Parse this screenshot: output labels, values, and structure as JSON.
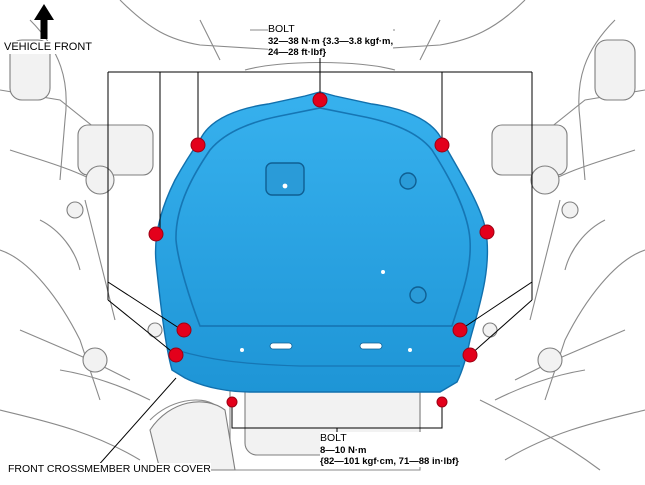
{
  "labels": {
    "vehicle_front": "VEHICLE FRONT",
    "upper_bolt": {
      "title": "BOLT",
      "line1": "32—38 N·m {3.3—3.8 kgf·m,",
      "line2": "24—28 ft·lbf}"
    },
    "lower_bolt": {
      "title": "BOLT",
      "line1": "8—10 N·m",
      "line2": "{82—101 kgf·cm, 71—88 in·lbf}"
    },
    "cover": "FRONT CROSSMEMBER UNDER COVER"
  },
  "colors": {
    "cover_fill": "#2aa3e3",
    "cover_edge": "#1170ad",
    "bolt": "#e3001b",
    "background": "#ffffff",
    "line": "#000000"
  },
  "icons": {
    "direction": "up-arrow-icon",
    "fastener": "bolt-icon"
  }
}
